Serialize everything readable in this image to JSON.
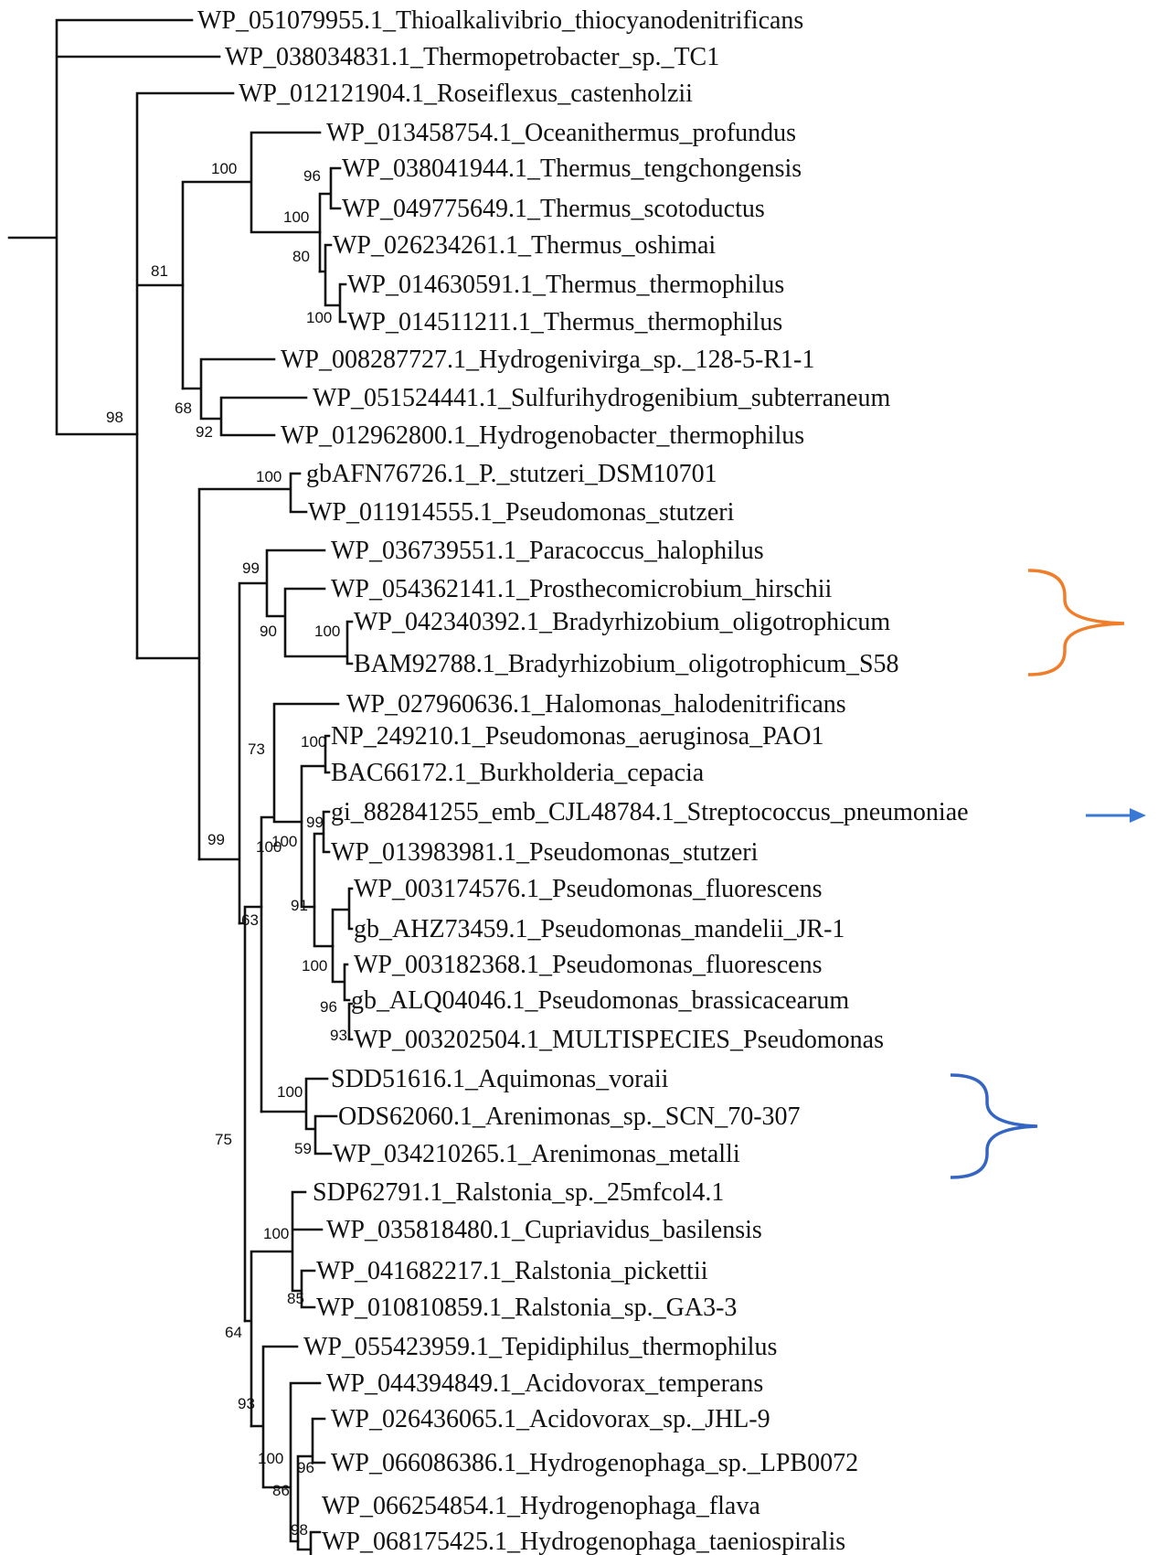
{
  "tree": {
    "type": "phylogenetic-tree",
    "leaves": [
      "WP_051079955.1_Thioalkalivibrio_thiocyanodenitrificans",
      "WP_038034831.1_Thermopetrobacter_sp._TC1",
      "WP_012121904.1_Roseiflexus_castenholzii",
      "WP_013458754.1_Oceanithermus_profundus",
      "WP_038041944.1_Thermus_tengchongensis",
      "WP_049775649.1_Thermus_scotoductus",
      "WP_026234261.1_Thermus_oshimai",
      "WP_014630591.1_Thermus_thermophilus",
      "WP_014511211.1_Thermus_thermophilus",
      "WP_008287727.1_Hydrogenivirga_sp._128-5-R1-1",
      "WP_051524441.1_Sulfurihydrogenibium_subterraneum",
      "WP_012962800.1_Hydrogenobacter_thermophilus",
      "gbAFN76726.1_P._stutzeri_DSM10701",
      "WP_011914555.1_Pseudomonas_stutzeri",
      "WP_036739551.1_Paracoccus_halophilus",
      "WP_054362141.1_Prosthecomicrobium_hirschii",
      "WP_042340392.1_Bradyrhizobium_oligotrophicum",
      "BAM92788.1_Bradyrhizobium_oligotrophicum_S58",
      "WP_027960636.1_Halomonas_halodenitrificans",
      "NP_249210.1_Pseudomonas_aeruginosa_PAO1",
      "BAC66172.1_Burkholderia_cepacia",
      "gi_882841255_emb_CJL48784.1_Streptococcus_pneumoniae",
      "WP_013983981.1_Pseudomonas_stutzeri",
      "WP_003174576.1_Pseudomonas_fluorescens",
      "gb_AHZ73459.1_Pseudomonas_mandelii_JR-1",
      "WP_003182368.1_Pseudomonas_fluorescens",
      "gb_ALQ04046.1_Pseudomonas_brassicacearum",
      "WP_003202504.1_MULTISPECIES_Pseudomonas",
      "SDD51616.1_Aquimonas_voraii",
      "ODS62060.1_Arenimonas_sp._SCN_70-307",
      "WP_034210265.1_Arenimonas_metalli",
      "SDP62791.1_Ralstonia_sp._25mfcol4.1",
      "WP_035818480.1_Cupriavidus_basilensis",
      "WP_041682217.1_Ralstonia_pickettii",
      "WP_010810859.1_Ralstonia_sp._GA3-3",
      "WP_055423959.1_Tepidiphilus_thermophilus",
      "WP_044394849.1_Acidovorax_temperans",
      "WP_026436065.1_Acidovorax_sp._JHL-9",
      "WP_066086386.1_Hydrogenophaga_sp._LPB0072",
      "WP_066254854.1_Hydrogenophaga_flava",
      "WP_068175425.1_Hydrogenophaga_taeniospiralis"
    ],
    "support_values": [
      "98",
      "81",
      "100",
      "100",
      "96",
      "80",
      "100",
      "68",
      "92",
      "100",
      "100",
      "99",
      "90",
      "100",
      "99",
      "63",
      "73",
      "100",
      "100",
      "99",
      "91",
      "100",
      "96",
      "93",
      "100",
      "59",
      "75",
      "64",
      "100",
      "85",
      "93",
      "100",
      "86",
      "96",
      "98"
    ],
    "highlights": [
      {
        "shape": "curly-bracket",
        "color": "#f07d2a",
        "covers": "Prosthecomicrobium / Bradyrhizobium clade"
      },
      {
        "shape": "curly-bracket",
        "color": "#3465c2",
        "covers": "Aquimonas / Arenimonas clade"
      },
      {
        "shape": "arrow",
        "color": "#3a78d6",
        "points_to": "gi_882841255_emb_CJL48784.1_Streptococcus_pneumoniae"
      }
    ],
    "colors": {
      "branch": "#111111",
      "text": "#111111"
    }
  }
}
